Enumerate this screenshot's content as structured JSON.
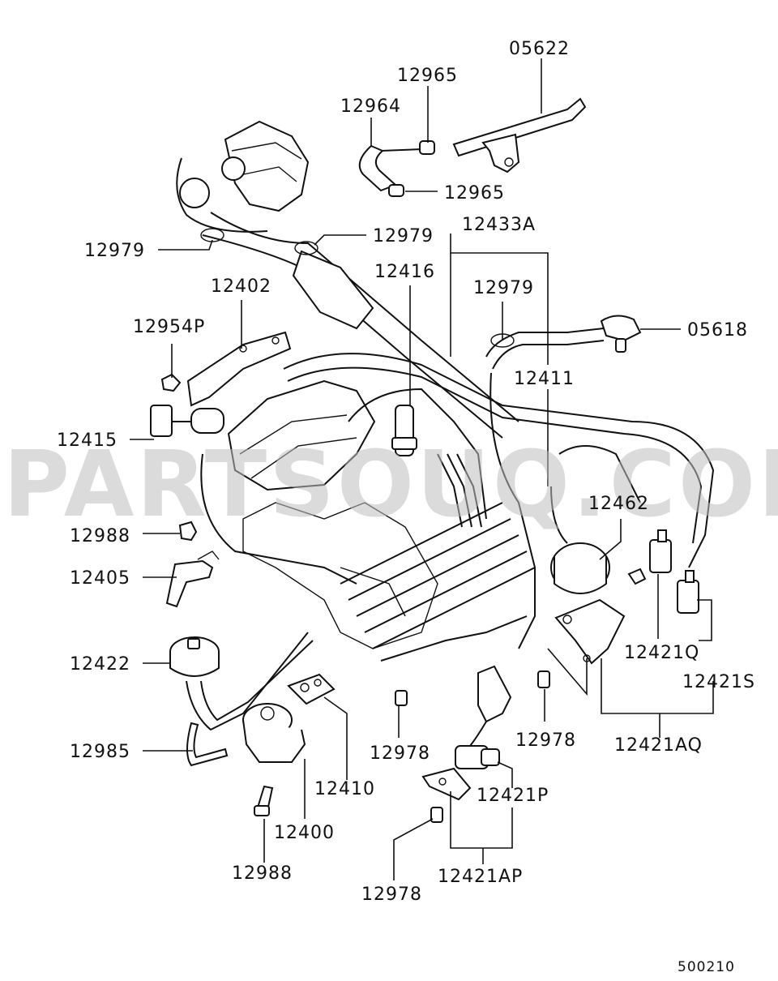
{
  "watermark": "PARTSOUQ.COM",
  "ref_number": "500210",
  "labels": {
    "l05622": "05622",
    "l12965a": "12965",
    "l12964": "12964",
    "l12965b": "12965",
    "l12979a": "12979",
    "l12979b": "12979",
    "l12433A": "12433A",
    "l12402": "12402",
    "l12416": "12416",
    "l12979c": "12979",
    "l05618": "05618",
    "l12954P": "12954P",
    "l12411": "12411",
    "l12415": "12415",
    "l12462": "12462",
    "l12988a": "12988",
    "l12405": "12405",
    "l12422": "12422",
    "l12421Q": "12421Q",
    "l12421S": "12421S",
    "l12985": "12985",
    "l12978a": "12978",
    "l12978b": "12978",
    "l12421AQ": "12421AQ",
    "l12410": "12410",
    "l12400": "12400",
    "l12421P": "12421P",
    "l12988b": "12988",
    "l12421AP": "12421AP",
    "l12978c": "12978"
  }
}
